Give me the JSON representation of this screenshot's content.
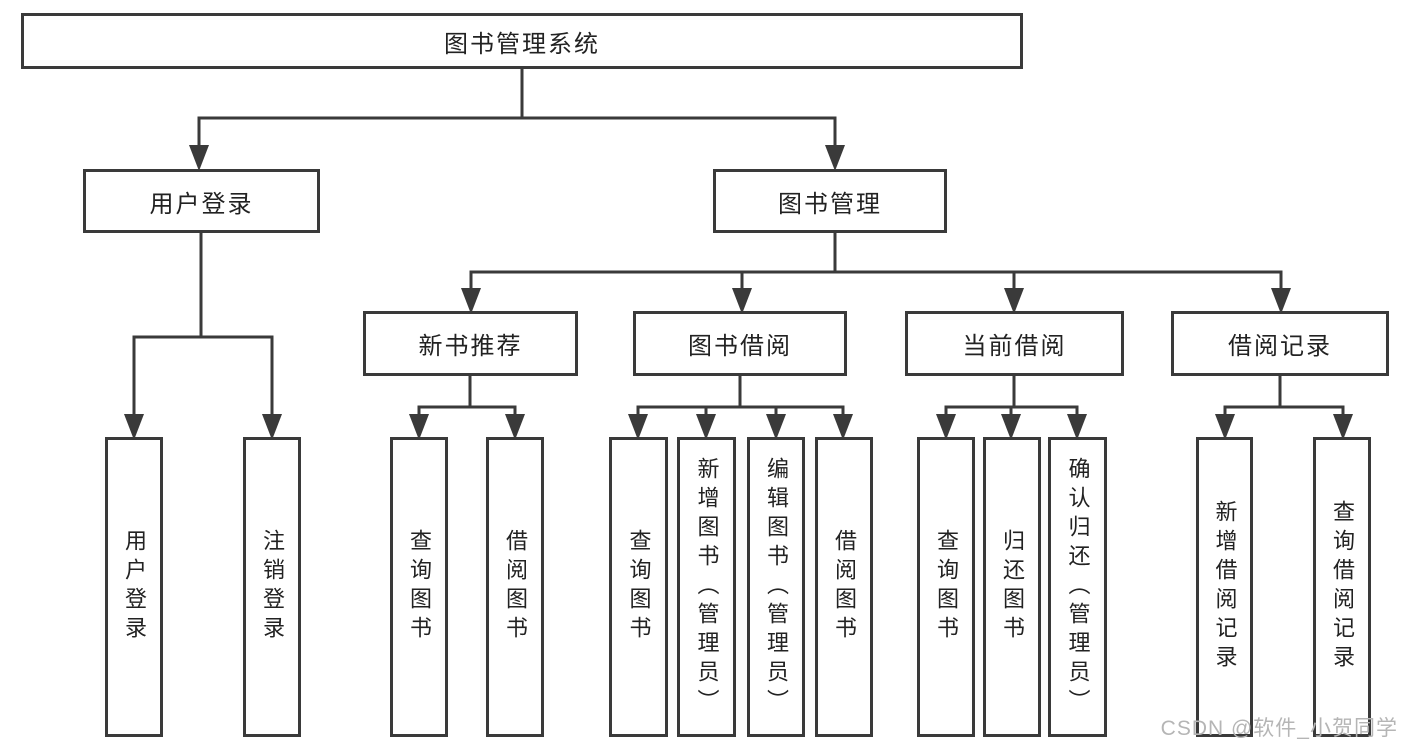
{
  "root": {
    "label": "图书管理系统"
  },
  "branches": {
    "user_login": {
      "label": "用户登录",
      "children": [
        "用户登录",
        "注销登录"
      ]
    },
    "book_management": {
      "label": "图书管理",
      "children": [
        {
          "label": "新书推荐",
          "children": [
            "查询图书",
            "借阅图书"
          ]
        },
        {
          "label": "图书借阅",
          "children": [
            "查询图书",
            "新增图书（管理员）",
            "编辑图书（管理员）",
            "借阅图书"
          ]
        },
        {
          "label": "当前借阅",
          "children": [
            "查询图书",
            "归还图书",
            "确认归还（管理员）"
          ]
        },
        {
          "label": "借阅记录",
          "children": [
            "新增借阅记录",
            "查询借阅记录"
          ]
        }
      ]
    }
  },
  "watermark": {
    "text": "CSDN @软件_小贺同学"
  },
  "colors": {
    "line": "#3a3a3a",
    "text": "#222222",
    "watermark": "#b5b5b5",
    "background": "#ffffff"
  }
}
